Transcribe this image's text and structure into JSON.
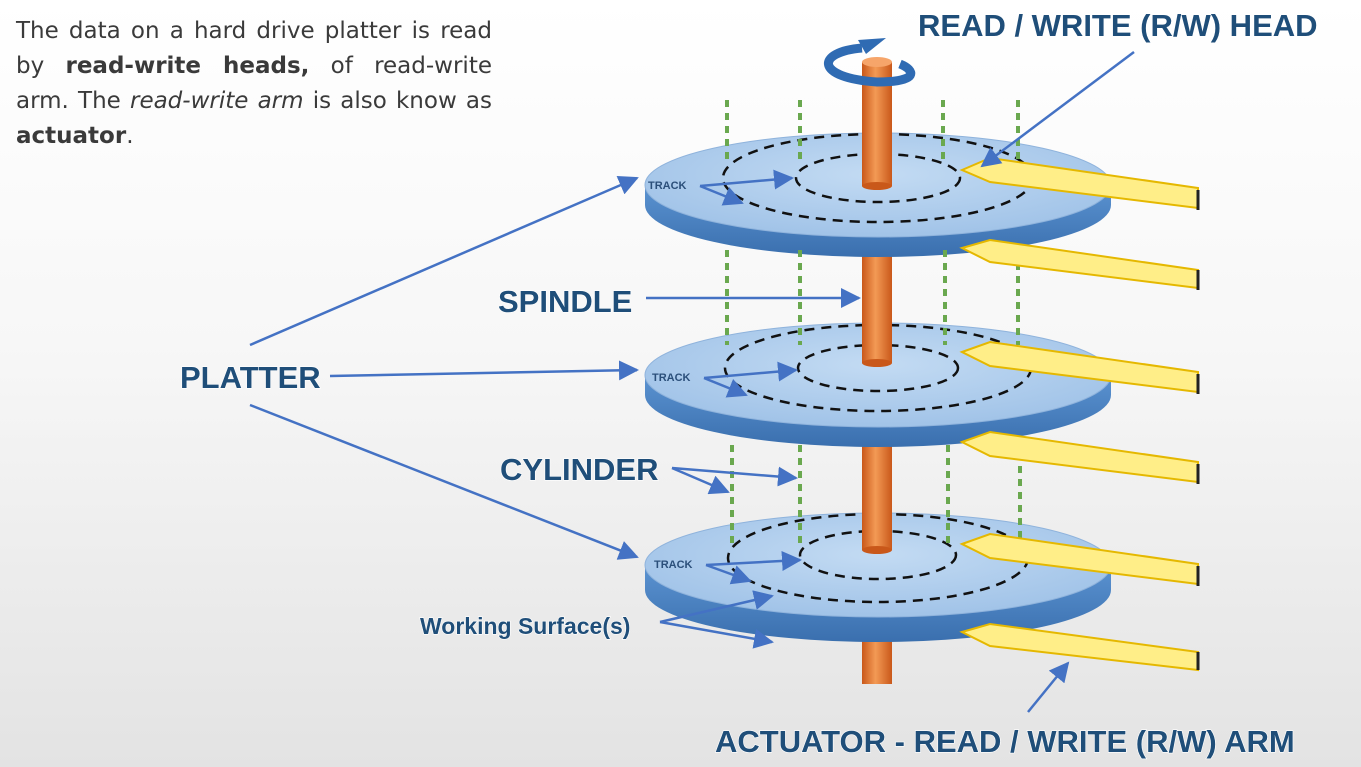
{
  "intro": {
    "t1": "The data on a hard drive platter is read by ",
    "b1": "read-write heads,",
    "t2": " of read-write arm. The ",
    "i1": "read-write arm",
    "t3": " is also know as ",
    "b2": "actuator",
    "t4": "."
  },
  "labels": {
    "rw_head": "READ / WRITE (R/W) HEAD",
    "spindle": "SPINDLE",
    "platter": "PLATTER",
    "cylinder": "CYLINDER",
    "working_surface": "Working Surface(s)",
    "actuator": "ACTUATOR - READ / WRITE (R/W) ARM",
    "track": "TRACK"
  },
  "colors": {
    "platter_top": "#a9c9ea",
    "platter_side": "#4a82c4",
    "spindle": "#e8782a",
    "arm": "#ffee88",
    "cylinder_line": "#6aa84f",
    "label": "#1f4e79",
    "arrow": "#4472c4"
  }
}
